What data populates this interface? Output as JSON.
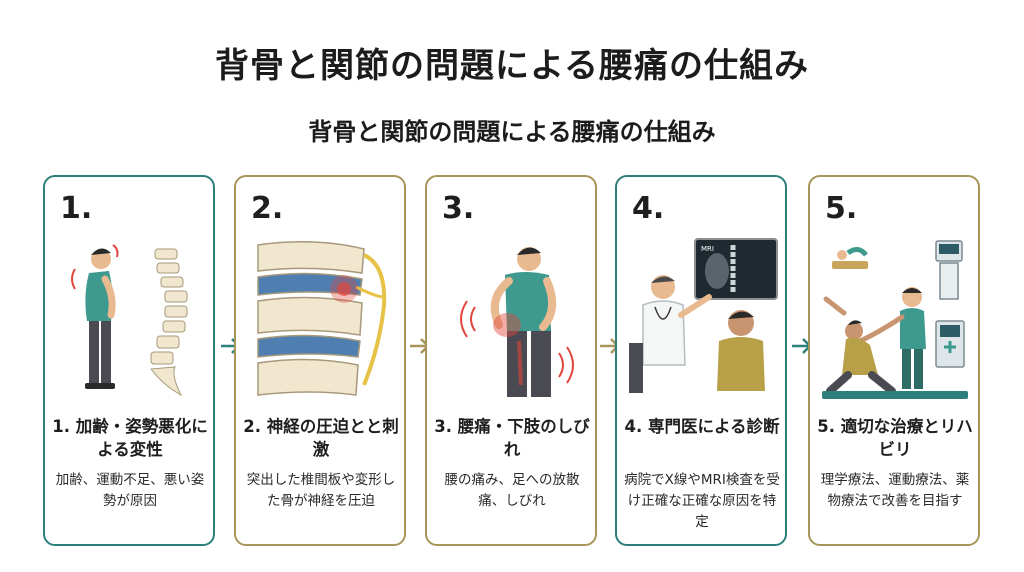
{
  "title": "背骨と関節の問題による腰痛の仕組み",
  "subtitle": "背骨と関節の問題による腰痛の仕組み",
  "steps": [
    {
      "num": "1.",
      "heading": "1. 加齢・姿勢悪化による変性",
      "description": "加齢、運動不足、悪い姿勢が原因",
      "frame": "teal"
    },
    {
      "num": "2.",
      "heading": "2. 神経の圧迫とと刺激",
      "description": "突出した椎間板や変形した骨が神経を圧迫",
      "frame": "gold"
    },
    {
      "num": "3.",
      "heading": "3. 腰痛・下肢のしびれ",
      "description": "腰の痛み、足への放散痛、しびれ",
      "frame": "gold"
    },
    {
      "num": "4.",
      "heading": "4. 専門医による診断",
      "description": "病院でX線やMRI検査を受け正確な正確な原因を特定",
      "frame": "teal"
    },
    {
      "num": "5.",
      "heading": "5. 適切な治療とリハビリ",
      "description": "理学療法、運動療法、薬物療法で改善を目指す",
      "frame": "gold"
    }
  ],
  "mri_label": "MRI",
  "colors": {
    "teal": "#2d7f7c",
    "gold": "#a8955a",
    "pain": "#e0463c",
    "shirt": "#3e9a8f",
    "skin": "#e9b98f"
  },
  "icons": [
    "bent-man-spine-icon",
    "disc-nerve-compression-icon",
    "back-pain-man-icon",
    "doctor-mri-consult-icon",
    "rehab-therapy-icon",
    "arrow-right-icon"
  ]
}
